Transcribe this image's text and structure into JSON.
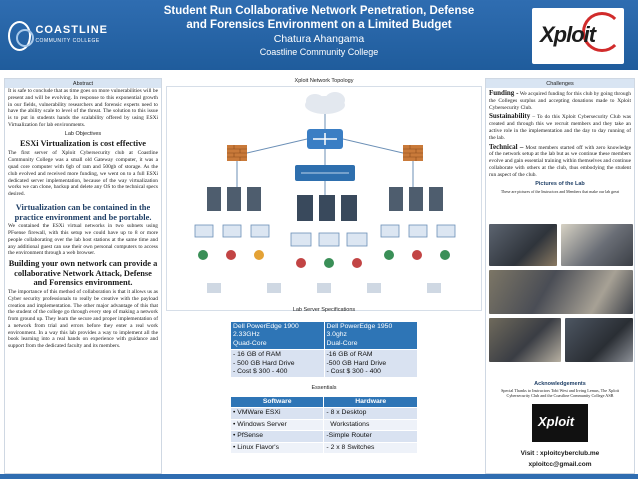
{
  "header": {
    "title_line1": "Student Run Collaborative Network Penetration, Defense",
    "title_line2": "and Forensics Environment on a Limited Budget",
    "author": "Chatura Ahangama",
    "college": "Coastline Community College",
    "left_logo": "COASTLINE",
    "left_logo_sub": "COMMUNITY COLLEGE",
    "right_logo": "Xploit"
  },
  "left": {
    "abstract_title": "Abstract",
    "abstract_text": "It is safe to conclude that as time goes on more vulnerabilities will be present and will be evolving. In response to this exponential growth in our fields, vulnerability researchers and forensic experts need to have the ability scale to level of the threat. The solution to this issue is to put in students hands the scalability offered by using ESXi Virtualization for lab environments.",
    "lab_objectives": "Lab Objectives",
    "esxi_title": "ESXi Virtualization is cost effective",
    "esxi_text": "The first server of Xploit Cybersecurity club at Coastline Community College was a small old Gateway computer, it was a quad core computer with 6gb of ram and 500gb of storage. As the club evolved and received more funding, we went on to a full ESXi dedicated server implementation, because of the way virtualization works we can clone, backup and delete any OS to the technical specs desired.",
    "contained_title": "Virtualization can be contained in the practice environment and be portable.",
    "contained_text": "We contained the ESXi virtual networks in two subnets using PFsense firewall, with this setup we could have up to 8 or more people collaborating over the lab host stations at the same time and any additional guest can use their own personal computers to access the environment through a web browser.",
    "build_title": "Building your own network can provide a collaborative Network Attack, Defense and Forensics environment.",
    "build_text": "The importance of this method of collaboration is that it allows us as Cyber security professionals to really be creative with the payload creation and implementation. The other major advantage of this that the student of the college go through every step of making a network from ground up. They learn the secure and proper implementation of a network from trial and errors before they enter a real work environment. In a way this lab provides a way to implement all the book learning into a real hands on experience with guidance and support from the dedicated faculty and its members."
  },
  "middle": {
    "topology_title": "Xploit Network Topology",
    "specs_title": "Lab Server Specifications",
    "specs_headers": [
      "Dell PowerEdge 1900",
      "Dell PowerEdge 1950"
    ],
    "specs_sub1": [
      "2.33GHz",
      "3.0ghz"
    ],
    "specs_sub2": [
      "Quad-Core",
      "Dual-Core"
    ],
    "specs_rows": [
      [
        "- 16 GB of RAM",
        "-16 GB of RAM"
      ],
      [
        "- 500 GB Hard Drive",
        "-500 GB Hard Drive"
      ],
      [
        "- Cost $ 300 - 400",
        "- Cost $ 300 - 400"
      ]
    ],
    "essentials_title": "Essentials",
    "ess_headers": [
      "Software",
      "Hardware"
    ],
    "ess_rows": [
      [
        "VMWare ESXi",
        "- 8 x Desktop"
      ],
      [
        "Windows Server",
        "  Workstations"
      ],
      [
        "PfSense",
        "-Simple Router"
      ],
      [
        "Linux Flavor's",
        "- 2 x 8 Switches"
      ]
    ]
  },
  "right": {
    "challenges_title": "Challenges",
    "funding_label": "Funding -",
    "funding_text": "We acquired funding for this club by going through the Colleges surplus and accepting donations made to Xploit Cybersecurity Club.",
    "sustain_label": "Sustainability",
    "sustain_text": "– To do this Xploit Cybersecurity Club was created and through this we recruit members and they take an active role in the implementation and the day to day running of the lab.",
    "technical_label": "Technical –",
    "technical_text": "Most members started off with zero knowledge of the network setup at the lab but as we continue these members evolve and gain essential training within themselves and continue collaborate with others at the club, thus embodying the student run aspect of the club.",
    "pictures_title": "Pictures of the Lab",
    "pictures_caption": "These are pictures of the Instructors and Members that make our lab great",
    "ack_title": "Acknowledgements",
    "ack_text": "Special Thanks to Instructors Tobi West and Irving Lemus, The Xploit Cybersecurity Club and the Coastline Community College ASB",
    "visit": "Visit : xploitcyberclub.me",
    "email": "xploitcc@gmail.com"
  },
  "colors": {
    "header_blue": "#2f6db1",
    "table_blue": "#2e75b6",
    "table_cell": "#d9e2f1",
    "xploit_red": "#d12b2b"
  }
}
